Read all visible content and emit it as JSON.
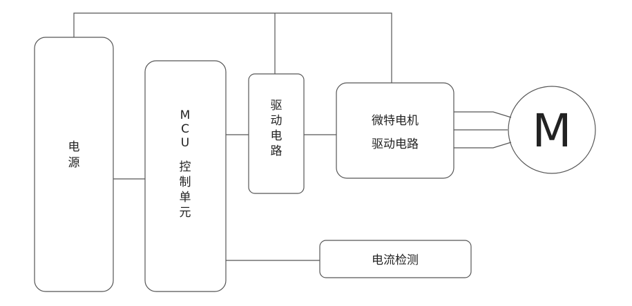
{
  "colors": {
    "stroke": "#555555",
    "text": "#222222",
    "background": "#ffffff"
  },
  "blocks": {
    "power": {
      "label_chars": [
        "电",
        "源"
      ]
    },
    "mcu": {
      "label_chars": [
        "M",
        "C",
        "U",
        "",
        "控",
        "制",
        "单",
        "元"
      ]
    },
    "driver": {
      "label_chars": [
        "驱",
        "动",
        "电",
        "路"
      ]
    },
    "micro_motor_driver": {
      "line1": "微特电机",
      "line2": "驱动电路"
    },
    "current_sense": {
      "label": "电流检测"
    },
    "motor": {
      "label": "M"
    }
  }
}
